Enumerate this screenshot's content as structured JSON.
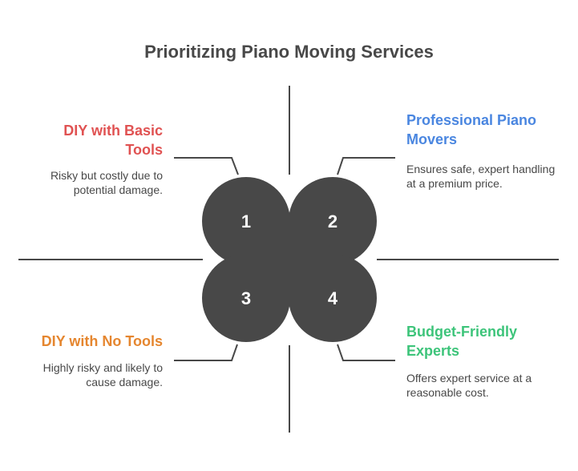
{
  "title": "Prioritizing Piano Moving Services",
  "colors": {
    "circle_fill": "#484848",
    "axis": "#484848",
    "number_text": "#ffffff"
  },
  "quadrants": [
    {
      "number": "1",
      "title": "DIY with Basic Tools",
      "description": "Risky but costly due to potential damage.",
      "color": "#E05252"
    },
    {
      "number": "2",
      "title": "Professional Piano Movers",
      "description": "Ensures safe, expert handling at a premium price.",
      "color": "#4A86E0"
    },
    {
      "number": "3",
      "title": "DIY with No Tools",
      "description": "Highly risky and likely to cause damage.",
      "color": "#E5862F"
    },
    {
      "number": "4",
      "title": "Budget-Friendly Experts",
      "description": "Offers expert service at a reasonable cost.",
      "color": "#3DC47A"
    }
  ]
}
